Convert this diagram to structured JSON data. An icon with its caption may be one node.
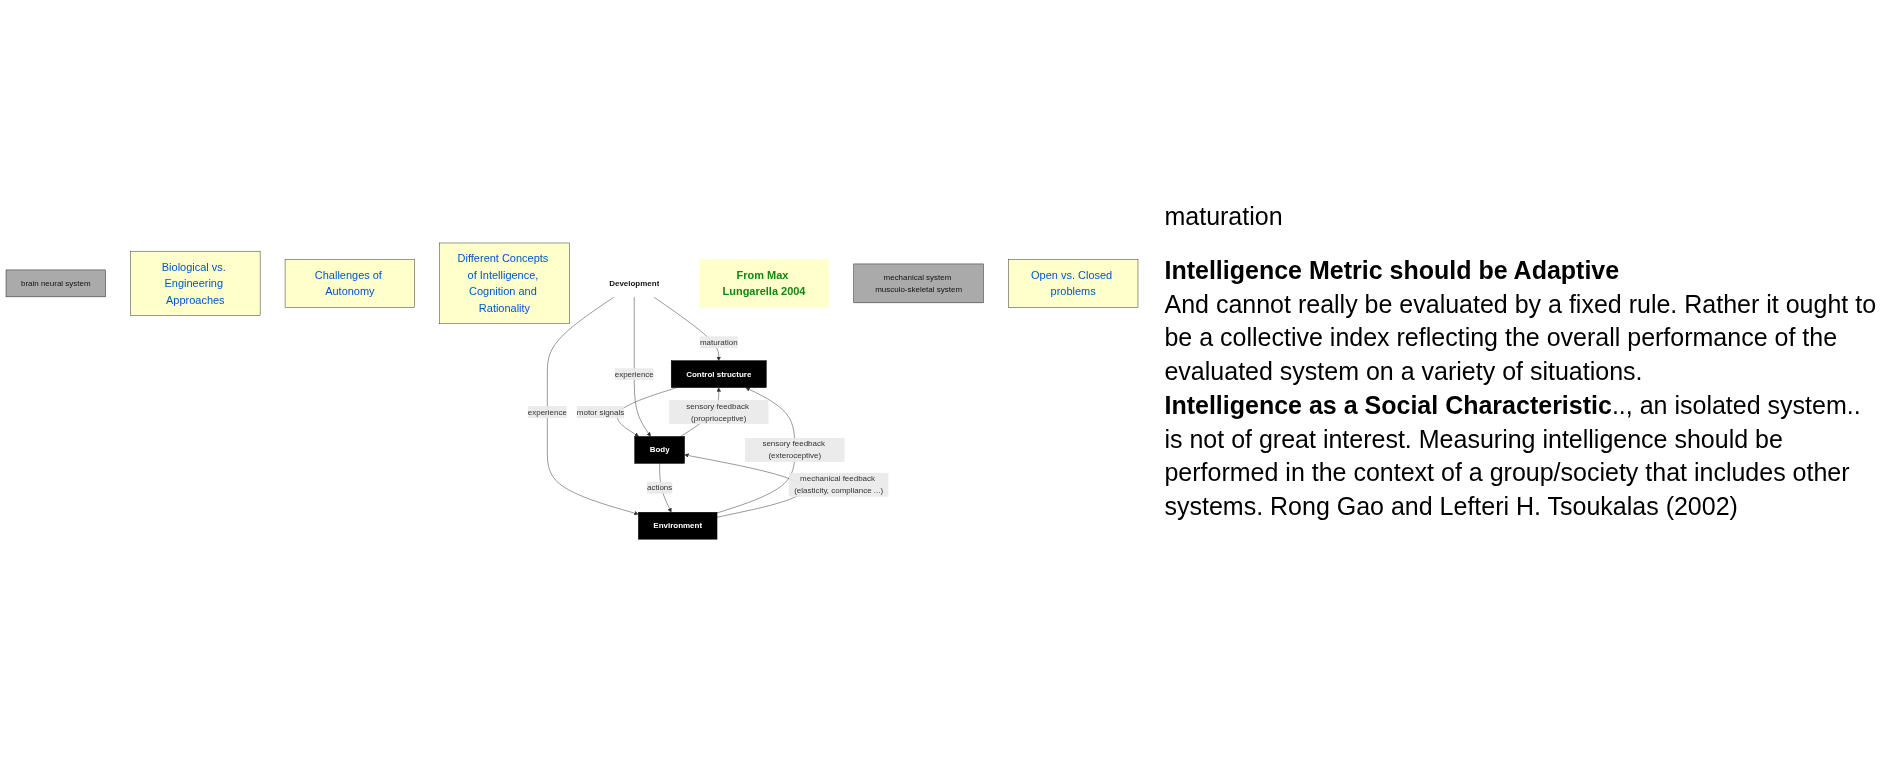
{
  "diagram": {
    "nodes": [
      {
        "text": [
          "brain neural system"
        ]
      },
      {
        "text": [
          "Control structure"
        ]
      },
      {
        "text": [
          "Biological vs. Engineering Approaches"
        ]
      },
      {
        "text": [
          "Challenges of Autonomy"
        ]
      },
      {
        "text": [
          "Environment"
        ]
      },
      {
        "text": [
          "Different Concepts of Intelligence, Cognition and Rationality"
        ]
      },
      {
        "text": [
          "Development"
        ]
      },
      {
        "text": [
          "Body"
        ]
      },
      {
        "text": [
          "From Max Lungarella 2004"
        ]
      },
      {
        "text": [
          "mechanical system musculo-skeletal system"
        ]
      },
      {
        "text": [
          "Open vs. Closed problems"
        ]
      }
    ],
    "edges": [
      {
        "from": 4,
        "to": 1,
        "arrow": "to",
        "label": "sensory feedback (exteroceptive)"
      },
      {
        "from": 6,
        "to": 1,
        "arrow": "to",
        "label": "maturation"
      },
      {
        "from": 6,
        "to": 4,
        "arrow": "to",
        "label": "experience"
      },
      {
        "from": 1,
        "to": 7,
        "arrow": "to",
        "label": "motor signals"
      },
      {
        "from": 7,
        "to": 1,
        "arrow": "to",
        "label": "sensory feedback (proprioceptive)"
      },
      {
        "from": 6,
        "to": 7,
        "arrow": "to",
        "label": "experience"
      },
      {
        "from": 7,
        "to": 4,
        "arrow": "to",
        "label": "actions"
      },
      {
        "from": 4,
        "to": 7,
        "arrow": "to",
        "label": "mechanical feedback (elasticity, compliance ...)"
      }
    ],
    "labels": [
      "maturation",
      "Intelligence Metric should be Adaptive",
      "And cannot really be evaluated by a fixed rule. Rather it ought to be a collective index reflecting the overall performance of the evaluated system on a variety of situations.",
      "**Intelligence as a Social Characteristic**.., an isolated system.. is not of great interest. Measuring intelligence should be performed in the context of a group/society that includes other systems. Rong Gao and Lefteri H. Tsoukalas (2002)"
    ]
  }
}
